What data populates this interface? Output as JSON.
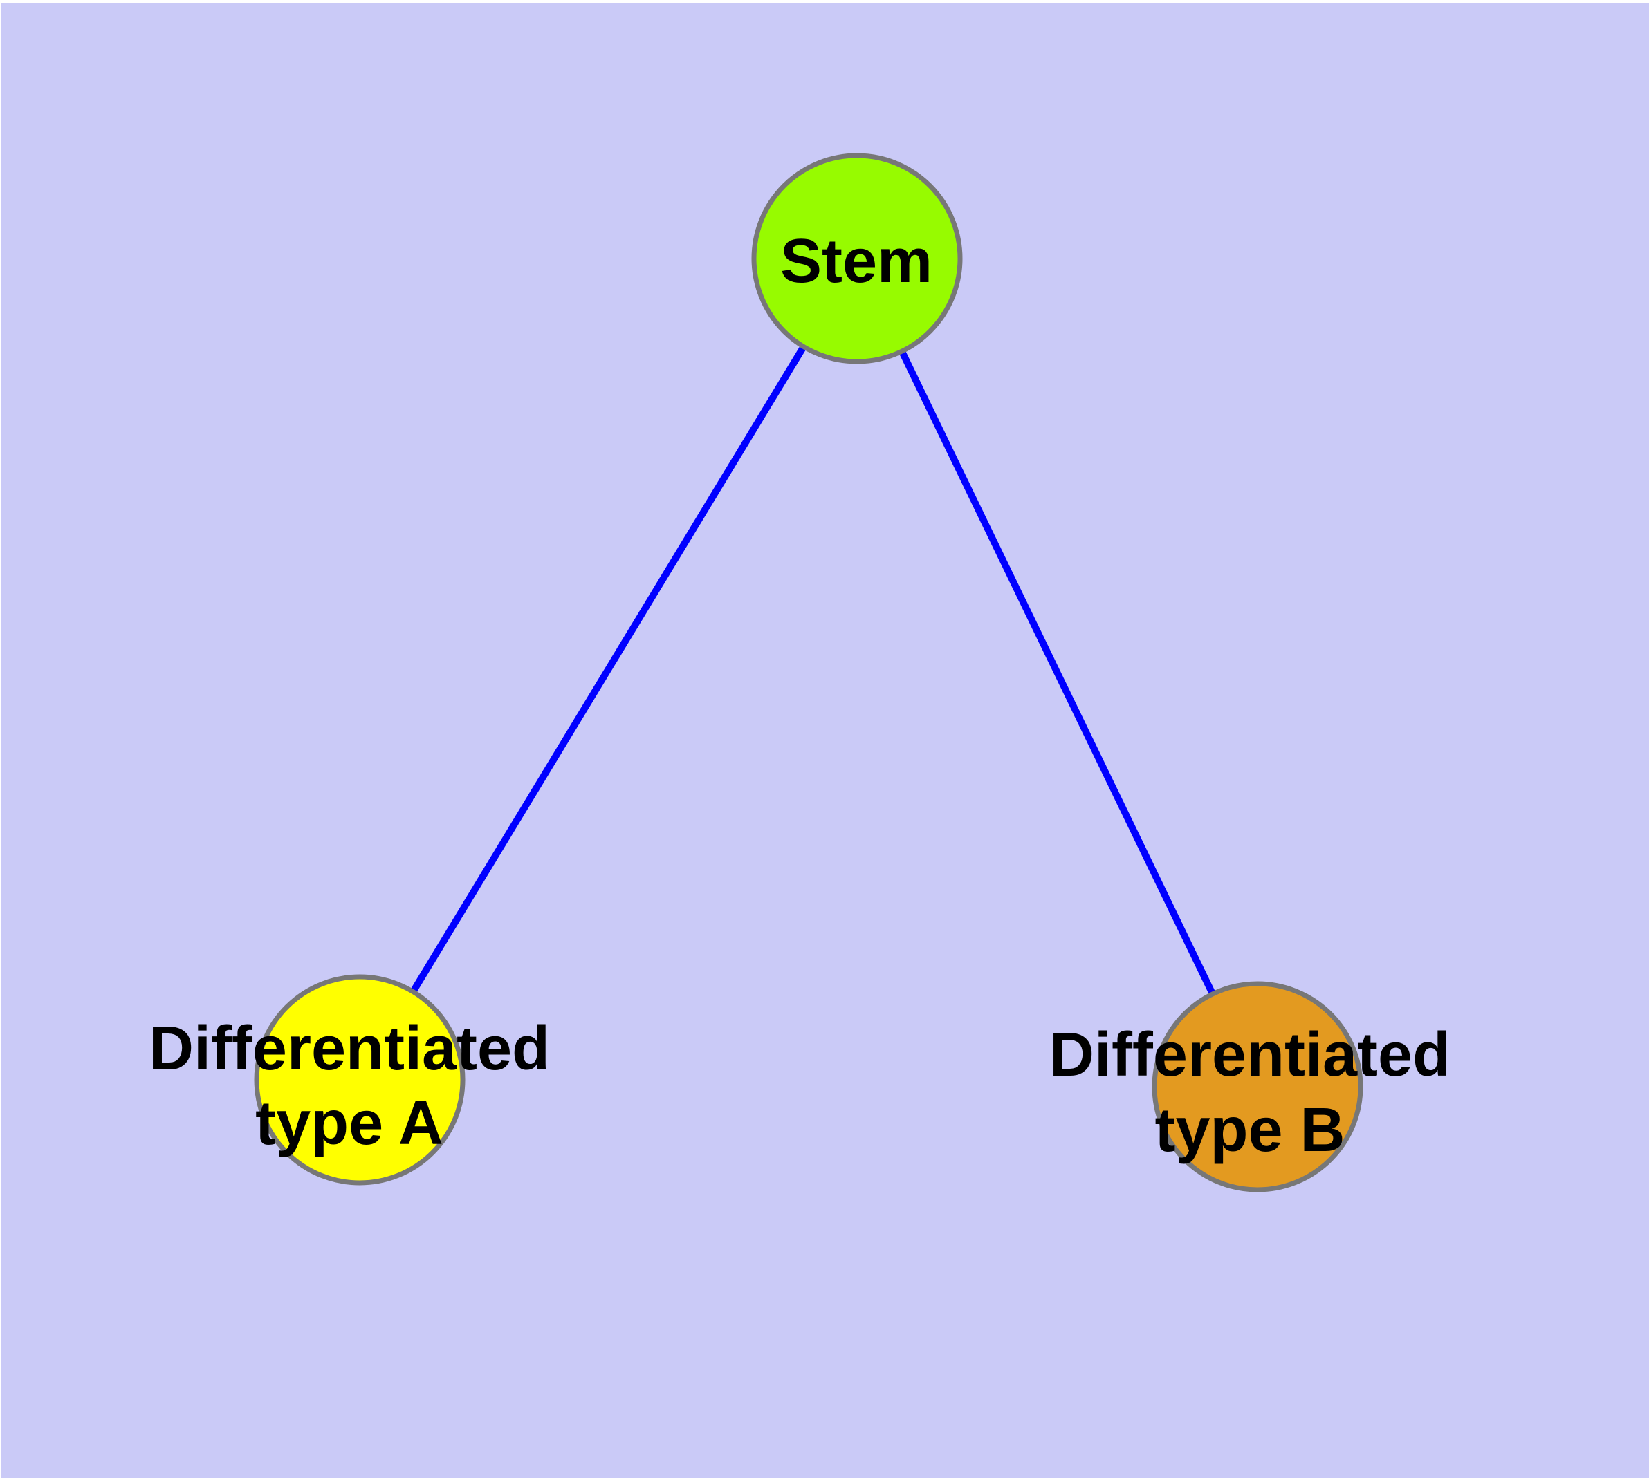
{
  "diagram": {
    "type": "graph",
    "background_color": "#CACAF7",
    "margin_color": "#FFFFFF",
    "edge_color": "#0000FF",
    "node_border_color": "#777777",
    "label_color": "#000000",
    "nodes": [
      {
        "id": "stem",
        "label": "Stem",
        "label_line1": "Stem",
        "label_line2": "",
        "fill": "#97FB00"
      },
      {
        "id": "differentiated-type-a",
        "label": "Differentiated type A",
        "label_line1": "Differentiated",
        "label_line2": "type A",
        "fill": "#FFFF00"
      },
      {
        "id": "differentiated-type-b",
        "label": "Differentiated type B",
        "label_line1": "Differentiated",
        "label_line2": "type B",
        "fill": "#E39A20"
      }
    ],
    "edges": [
      {
        "from": "Stem",
        "to": "Differentiated type A"
      },
      {
        "from": "Stem",
        "to": "Differentiated type B"
      }
    ]
  }
}
